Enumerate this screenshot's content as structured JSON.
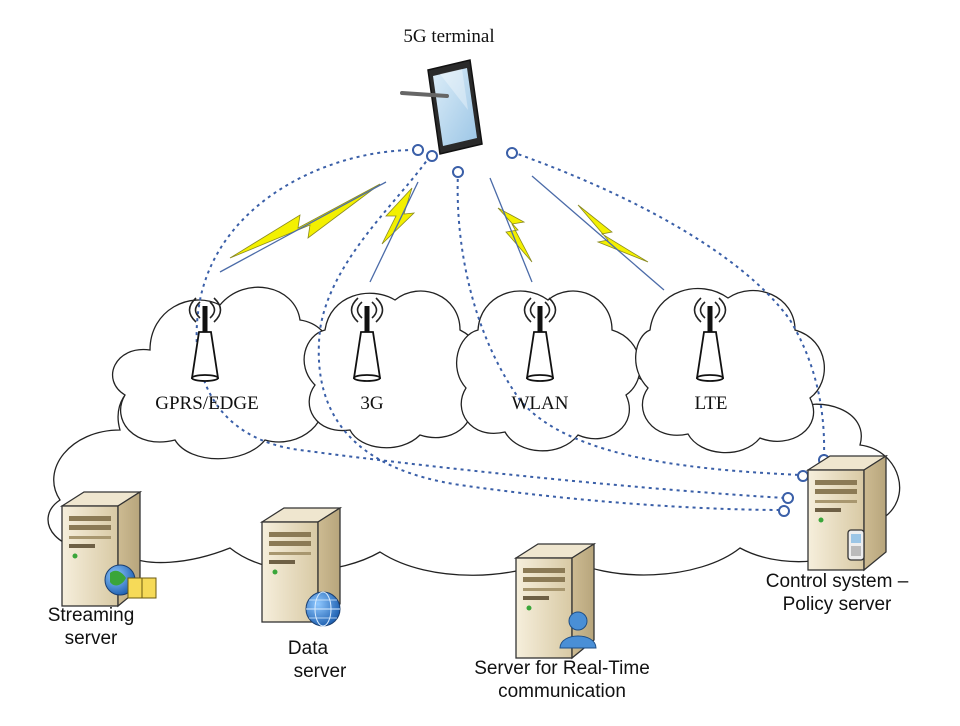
{
  "terminal": {
    "label": "5G terminal"
  },
  "networks": [
    {
      "id": "gprs",
      "label": "GPRS/EDGE"
    },
    {
      "id": "3g",
      "label": "3G"
    },
    {
      "id": "wlan",
      "label": "WLAN"
    },
    {
      "id": "lte",
      "label": "LTE"
    }
  ],
  "servers": {
    "streaming": {
      "line1": "Streaming",
      "line2": "server"
    },
    "data": {
      "line1": "Data",
      "line2": "server"
    },
    "realtime": {
      "line1": "Server for Real-Time",
      "line2": "communication"
    },
    "control": {
      "line1": "Control system –",
      "line2": "Policy server"
    }
  },
  "colors": {
    "link": "#3a5fa8",
    "bolt": "#f3f000",
    "server_body": "#e8dcc0",
    "tablet_screen": "#b9d8ee"
  }
}
